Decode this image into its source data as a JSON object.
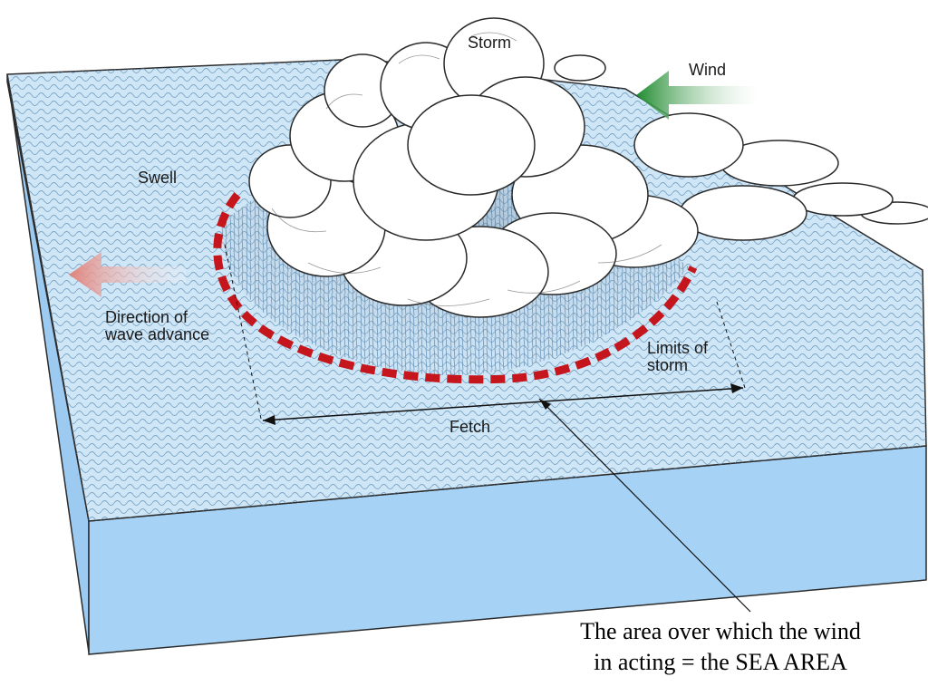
{
  "labels": {
    "storm": "Storm",
    "wind": "Wind",
    "swell": "Swell",
    "direction": [
      "Direction of",
      "wave advance"
    ],
    "limits": [
      "Limits of",
      "storm"
    ],
    "fetch": "Fetch"
  },
  "caption": [
    "The area over which the wind",
    "in acting = the SEA AREA"
  ],
  "colors": {
    "sea_top": "#cfe6f7",
    "sea_side": "#a6d3f5",
    "storm_boundary": "#c4161c",
    "wind_arrow": "#2e9b3a",
    "wave_arrow": "#e28b84"
  }
}
